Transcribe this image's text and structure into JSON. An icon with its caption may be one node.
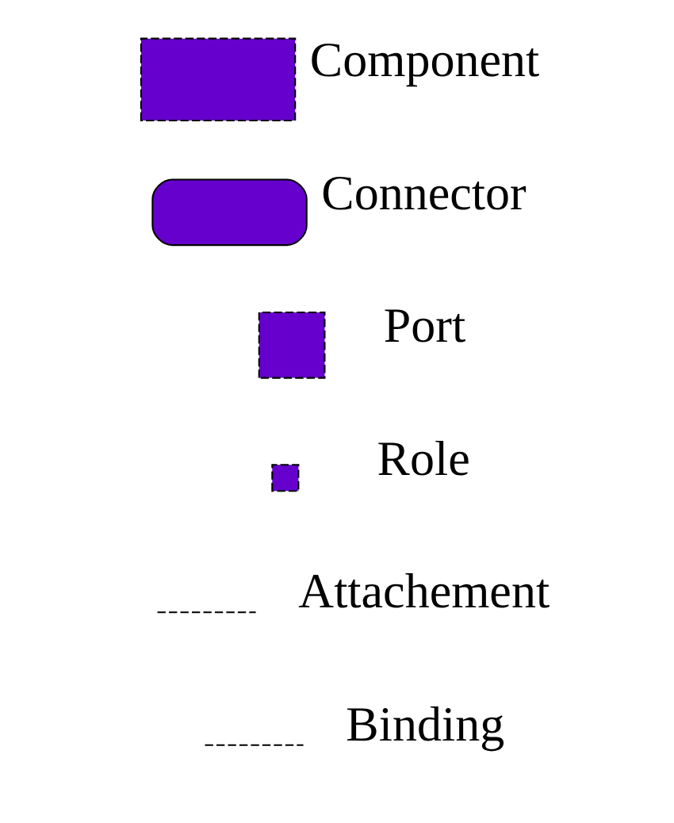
{
  "diagram": {
    "legend": [
      {
        "text": "Component",
        "color": "#6600cc"
      },
      {
        "text": "Connector",
        "color": "#6600cc"
      },
      {
        "text": "Port",
        "color": "#6600cc"
      },
      {
        "text": "Role",
        "color": "#6600cc"
      },
      {
        "text": "Attachement"
      },
      {
        "text": "Binding"
      }
    ]
  }
}
